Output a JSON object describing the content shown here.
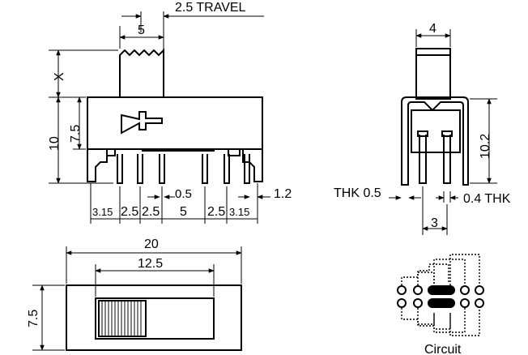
{
  "front_view": {
    "travel_label": "2.5 TRAVEL",
    "actuator_width": "5",
    "actuator_height": "X",
    "body_height": "10",
    "lever_height": "7.5",
    "lead_offset": "0.5",
    "lead_width": "1.2",
    "pitches": [
      "3.15",
      "2.5",
      "2.5",
      "5",
      "2.5",
      "3.15"
    ]
  },
  "side_view": {
    "actuator_width": "4",
    "height": "10.2",
    "terminal_thickness_left": "THK 0.5",
    "terminal_thickness_right": "0.4 THK",
    "row_spacing": "3"
  },
  "top_view": {
    "overall_length": "20",
    "slot_length": "12.5",
    "width": "7.5"
  },
  "circuit": {
    "label": "Circuit"
  }
}
